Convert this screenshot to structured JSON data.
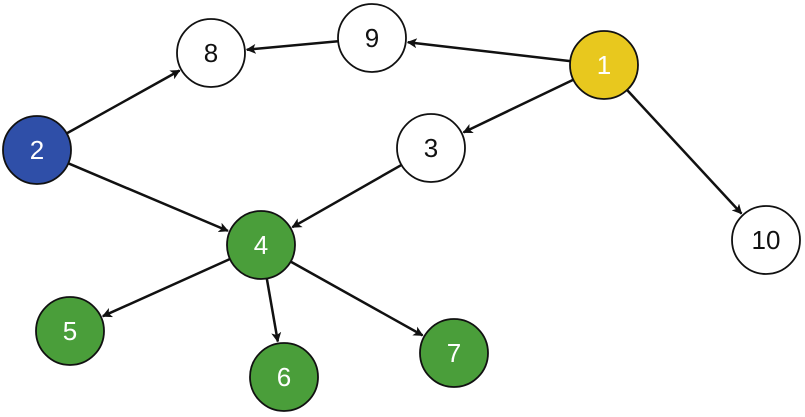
{
  "colors": {
    "yellow": "#e8c81e",
    "blue": "#2f4fa8",
    "green": "#4a9e3a",
    "white": "#ffffff",
    "stroke": "#111111",
    "text_dark": "#111111",
    "text_light": "#ffffff"
  },
  "nodes": [
    {
      "id": "1",
      "label": "1",
      "fill": "yellow"
    },
    {
      "id": "2",
      "label": "2",
      "fill": "blue"
    },
    {
      "id": "3",
      "label": "3",
      "fill": "white"
    },
    {
      "id": "4",
      "label": "4",
      "fill": "green"
    },
    {
      "id": "5",
      "label": "5",
      "fill": "green"
    },
    {
      "id": "6",
      "label": "6",
      "fill": "green"
    },
    {
      "id": "7",
      "label": "7",
      "fill": "green"
    },
    {
      "id": "8",
      "label": "8",
      "fill": "white"
    },
    {
      "id": "9",
      "label": "9",
      "fill": "white"
    },
    {
      "id": "10",
      "label": "10",
      "fill": "white"
    }
  ],
  "edges": [
    {
      "from": "1",
      "to": "9"
    },
    {
      "from": "9",
      "to": "8"
    },
    {
      "from": "1",
      "to": "3"
    },
    {
      "from": "1",
      "to": "10"
    },
    {
      "from": "2",
      "to": "8"
    },
    {
      "from": "2",
      "to": "4"
    },
    {
      "from": "3",
      "to": "4"
    },
    {
      "from": "4",
      "to": "5"
    },
    {
      "from": "4",
      "to": "6"
    },
    {
      "from": "4",
      "to": "7"
    }
  ]
}
